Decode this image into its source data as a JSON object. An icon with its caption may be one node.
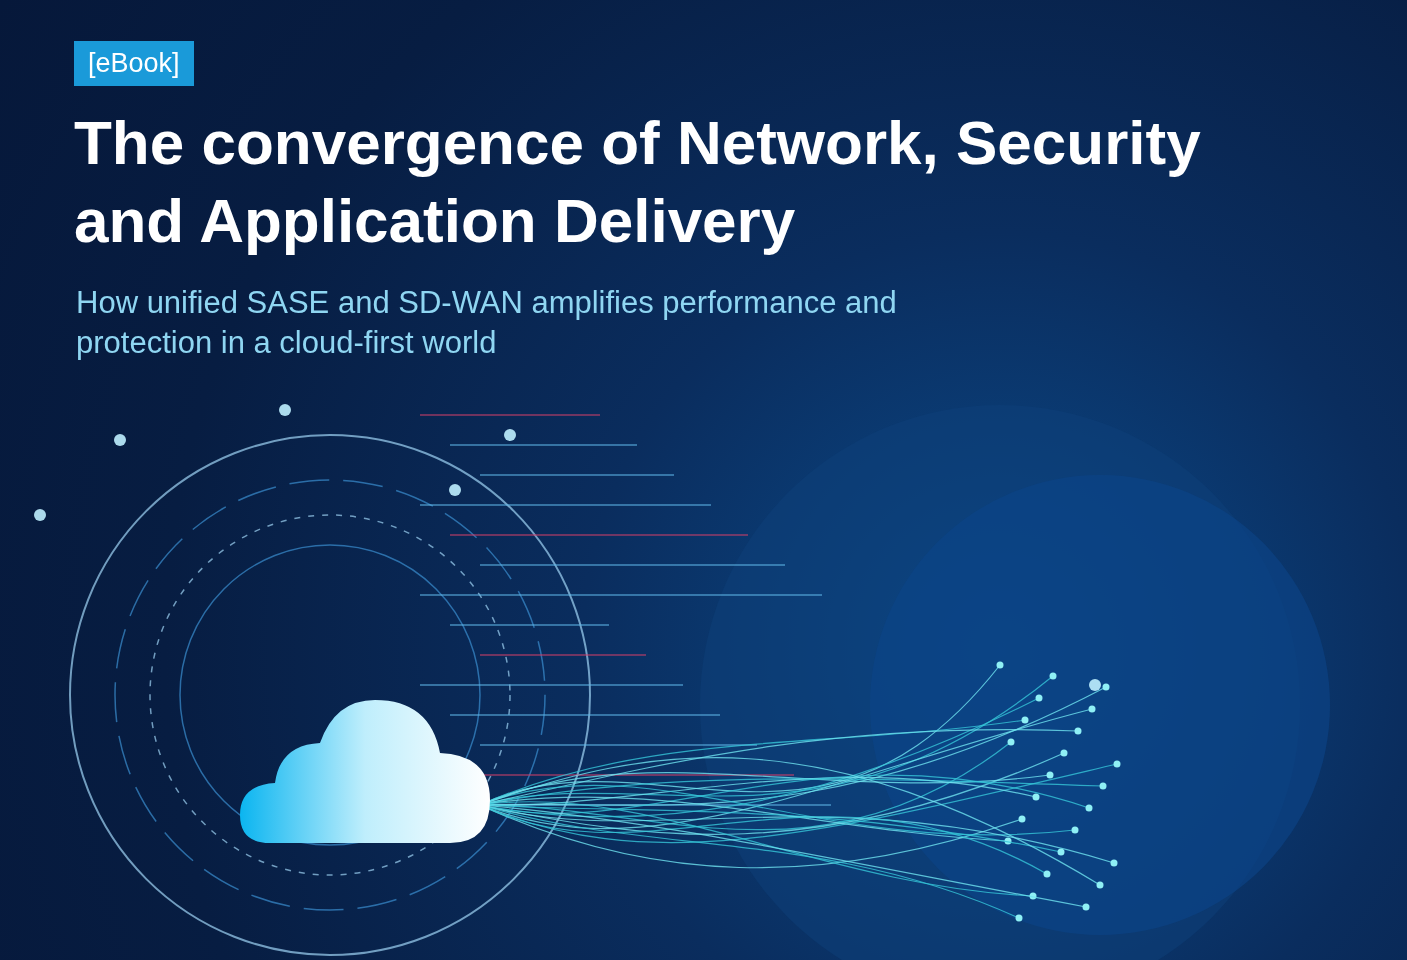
{
  "diagram": {
    "title": "The convergence of Network, Security and Application Delivery",
    "labels": [
      "[eBook]",
      "How unified SASE and SD-WAN amplifies performance and protection in a cloud-first world"
    ]
  }
}
